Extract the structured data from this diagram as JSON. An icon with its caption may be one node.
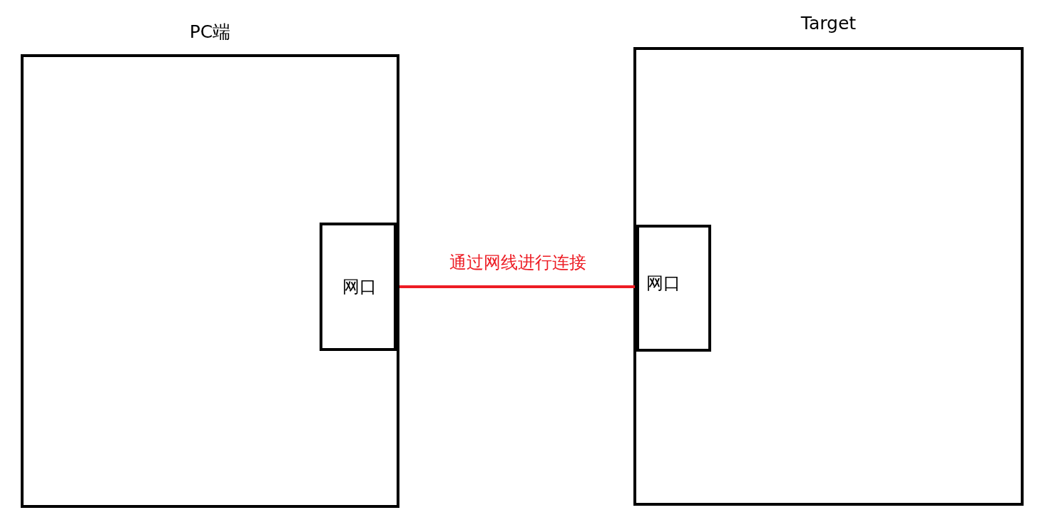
{
  "diagram": {
    "nodes": [
      {
        "text": [
          "PC端"
        ]
      },
      {
        "text": [
          "网口"
        ],
        "in": 0
      },
      {
        "text": [
          "Target"
        ]
      },
      {
        "text": [
          "网口"
        ],
        "in": 2
      }
    ],
    "edges": [
      {
        "from": 1,
        "to": 3,
        "arrow": "none",
        "label": "通过网线进行连接",
        "color": "#ed1c24"
      }
    ]
  }
}
